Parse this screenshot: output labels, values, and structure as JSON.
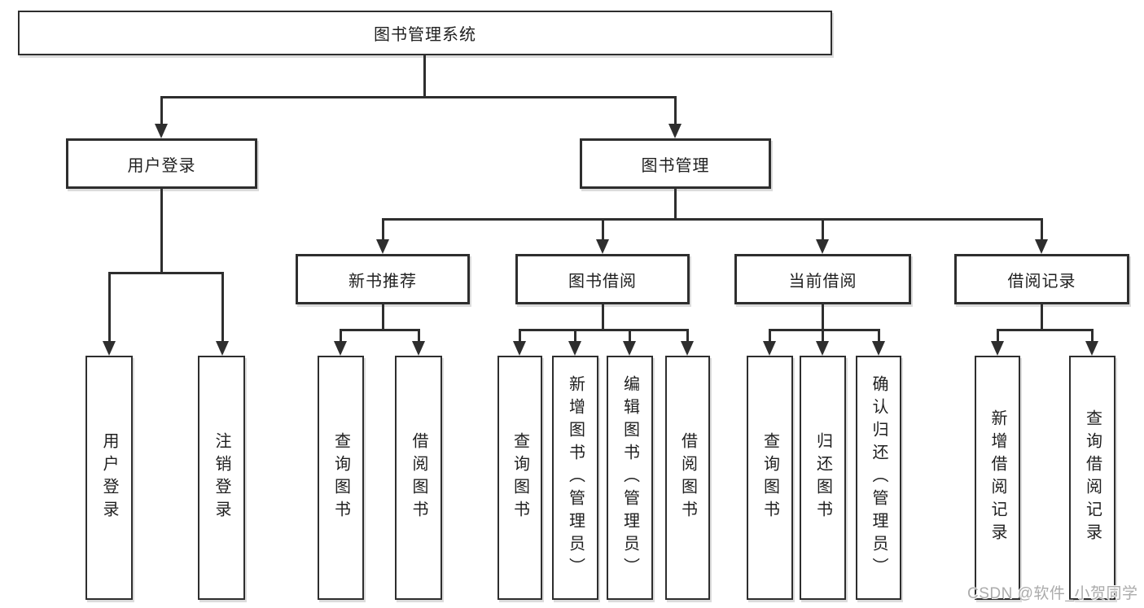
{
  "watermark": "CSDN @软件_小贺同学",
  "colors": {
    "line": "#2e2e2e",
    "text": "#1f1f1f",
    "background": "#ffffff",
    "watermark": "#ababab"
  },
  "tree": {
    "label": "图书管理系统",
    "children": [
      {
        "label": "用户登录",
        "children": [
          {
            "label": "用户登录"
          },
          {
            "label": "注销登录"
          }
        ]
      },
      {
        "label": "图书管理",
        "children": [
          {
            "label": "新书推荐",
            "children": [
              {
                "label": "查询图书"
              },
              {
                "label": "借阅图书"
              }
            ]
          },
          {
            "label": "图书借阅",
            "children": [
              {
                "label": "查询图书"
              },
              {
                "label": "新增图书（管理员）"
              },
              {
                "label": "编辑图书（管理员）"
              },
              {
                "label": "借阅图书"
              }
            ]
          },
          {
            "label": "当前借阅",
            "children": [
              {
                "label": "查询图书"
              },
              {
                "label": "归还图书"
              },
              {
                "label": "确认归还（管理员）"
              }
            ]
          },
          {
            "label": "借阅记录",
            "children": [
              {
                "label": "新增借阅记录"
              },
              {
                "label": "查询借阅记录"
              }
            ]
          }
        ]
      }
    ]
  }
}
